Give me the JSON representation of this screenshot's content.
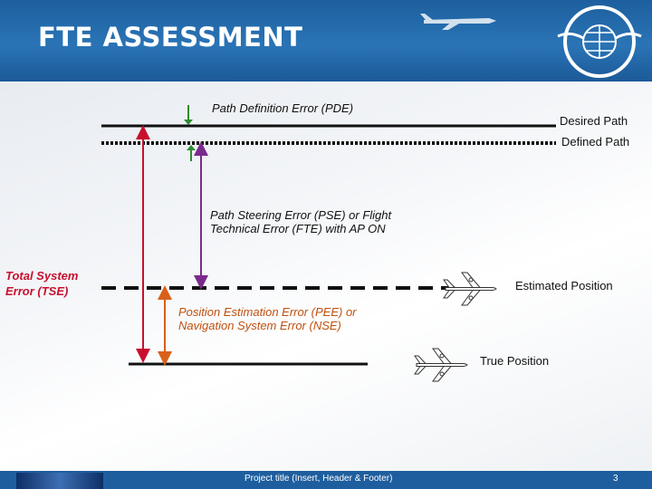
{
  "header": {
    "title": "FTE ASSESSMENT"
  },
  "diagram": {
    "pde_label": "Path Definition Error (PDE)",
    "desired_path_label": "Desired Path",
    "defined_path_label": "Defined Path",
    "pse_label": "Path Steering Error (PSE) or Flight Technical Error (FTE) with AP ON",
    "tse_label": "Total System Error (TSE)",
    "estimated_position_label": "Estimated Position",
    "pee_label": "Position Estimation Error (PEE) or Navigation System Error (NSE)",
    "true_position_label": "True Position",
    "colors": {
      "tse": "#c8102e",
      "pse": "#7a2a8c",
      "pee": "#d9601a",
      "pde": "#2e8b2e",
      "header": "#2a74b6"
    }
  },
  "footer": {
    "text": "Project title (Insert, Header & Footer)",
    "page_number": "3"
  },
  "icons": [
    "aircraft-icon",
    "icao-emblem-icon"
  ]
}
